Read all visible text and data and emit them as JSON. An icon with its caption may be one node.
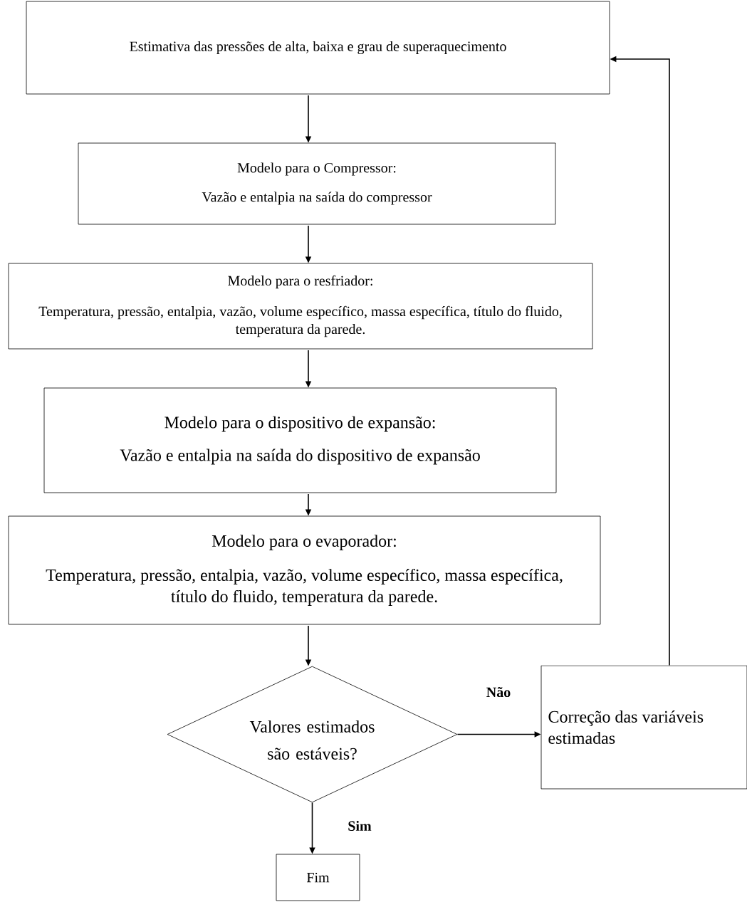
{
  "diagram": {
    "nodes": [
      {
        "text": [
          "Estimativa das pressões de alta, baixa e grau de superaquecimento"
        ]
      },
      {
        "text": [
          "Modelo para o Compressor:",
          "Vazão e entalpia na saída do compressor"
        ]
      },
      {
        "text": [
          "Modelo para o resfriador:",
          "Temperatura, pressão, entalpia, vazão, volume específico, massa específica, título do fluido, temperatura da parede."
        ]
      },
      {
        "text": [
          "Modelo para o dispositivo de expansão:",
          "Vazão e entalpia na saída do dispositivo de expansão"
        ]
      },
      {
        "text": [
          "Modelo para o evaporador:",
          "Temperatura, pressão, entalpia, vazão, volume específico, massa específica, título do fluido, temperatura da parede."
        ]
      },
      {
        "text": [
          "Valores estimados são estáveis?"
        ]
      },
      {
        "text": [
          "Correção das variáveis estimadas"
        ]
      },
      {
        "text": [
          "Fim"
        ]
      }
    ],
    "edges": [
      {
        "from": 0,
        "to": 1,
        "arrow": "to"
      },
      {
        "from": 1,
        "to": 2,
        "arrow": "to"
      },
      {
        "from": 2,
        "to": 3,
        "arrow": "to"
      },
      {
        "from": 3,
        "to": 4,
        "arrow": "to"
      },
      {
        "from": 4,
        "to": 5,
        "arrow": "to"
      },
      {
        "from": 5,
        "to": 6,
        "arrow": "to",
        "label": "Não"
      },
      {
        "from": 5,
        "to": 7,
        "arrow": "to",
        "label": "Sim"
      },
      {
        "from": 6,
        "to": 0,
        "arrow": "to"
      }
    ]
  }
}
